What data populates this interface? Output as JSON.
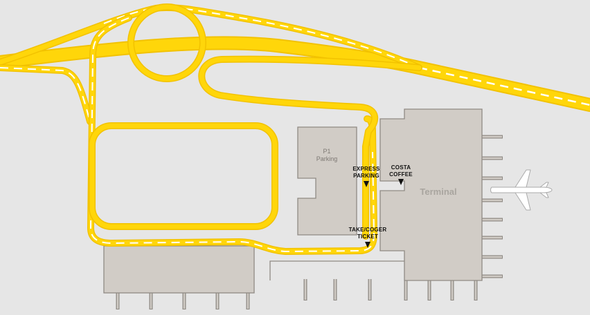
{
  "map": {
    "colors": {
      "background": "#e6e6e6",
      "road": "#ffd60a",
      "road_edge": "#f2c200",
      "road_dash": "#ffffff",
      "building": "#d1ccc6",
      "building_outline": "#8f8a84",
      "marker": "#111111"
    },
    "terminal": {
      "label": "Terminal"
    },
    "parking": {
      "line1": "P1",
      "line2": "Parking"
    },
    "points_of_interest": [
      {
        "id": "express-parking",
        "line1": "EXPRESS",
        "line2": "PARKING",
        "icon": "marker-triangle-icon"
      },
      {
        "id": "costa-coffee",
        "line1": "COSTA",
        "line2": "COFFEE",
        "icon": "marker-triangle-icon"
      },
      {
        "id": "take-coger-ticket",
        "line1": "TAKE/COGER",
        "line2": "TICKET",
        "icon": "marker-triangle-icon"
      }
    ],
    "aircraft_icon": "airplane-icon"
  }
}
